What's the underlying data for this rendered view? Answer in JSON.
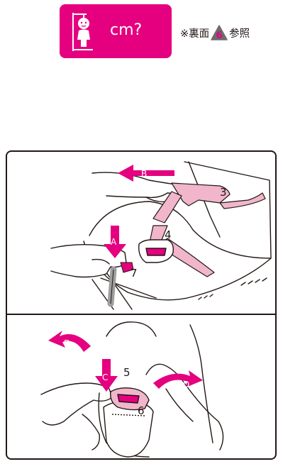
{
  "badge": {
    "unit_text": "cm?",
    "color": "#e4007f",
    "icon": "child-height-measure-icon"
  },
  "note": {
    "prefix": "※裏面",
    "step_number": "6",
    "suffix": "参照"
  },
  "panel_top": {
    "arrow_labels": {
      "a": "A",
      "b": "B"
    },
    "callouts": {
      "three": "3",
      "four": "4",
      "seven": "7"
    }
  },
  "panel_bottom": {
    "arrow_labels": {
      "c": "C",
      "d_left": "D",
      "d_right": "D"
    },
    "callouts": {
      "five": "5",
      "six": "6"
    }
  },
  "colors": {
    "magenta": "#e4007f",
    "strap_pink": "#f1b6cb",
    "line": "#231815"
  }
}
